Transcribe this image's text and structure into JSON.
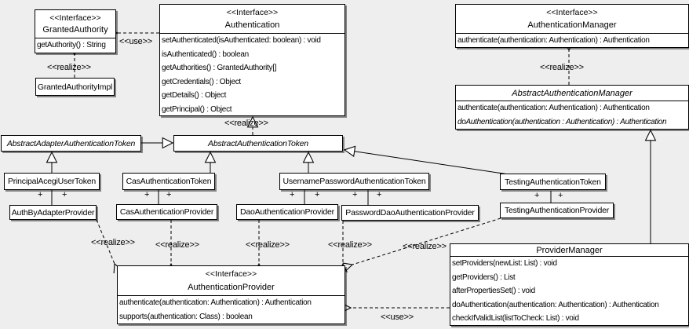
{
  "labels": {
    "use": "<<use>>",
    "realize": "<<realize>>",
    "plus": "+"
  },
  "colors": {
    "background": "#eeeeee",
    "box_fill": "#ffffff",
    "line": "#000000"
  },
  "classes": {
    "granted_authority": {
      "stereotype": "<<Interface>>",
      "name": "GrantedAuthority",
      "methods": [
        "getAuthority() : String"
      ]
    },
    "granted_authority_impl": {
      "name": "GrantedAuthorityImpl"
    },
    "authentication": {
      "stereotype": "<<Interface>>",
      "name": "Authentication",
      "methods": [
        "setAuthenticated(isAuthenticated: boolean) : void",
        "isAuthenticated() : boolean",
        "getAuthorities() : GrantedAuthority[]",
        "getCredentials() : Object",
        "getDetails() : Object",
        "getPrincipal() : Object"
      ]
    },
    "authentication_manager": {
      "stereotype": "<<Interface>>",
      "name": "AuthenticationManager",
      "methods": [
        "authenticate(authentication: Authentication) : Authentication"
      ]
    },
    "abstract_authentication_manager": {
      "name": "AbstractAuthenticationManager",
      "methods": [
        "authenticate(authentication: Authentication) : Authentication",
        "doAuthentication(authentication : Authentication) : Authentication"
      ]
    },
    "abstract_adapter_authentication_token": {
      "name": "AbstractAdapterAuthenticationToken"
    },
    "abstract_authentication_token": {
      "name": "AbstractAuthenticationToken"
    },
    "principal_acegi_user_token": {
      "name": "PrincipalAcegiUserToken"
    },
    "cas_authentication_token": {
      "name": "CasAuthenticationToken"
    },
    "username_password_authentication_token": {
      "name": "UsernamePasswordAuthenticationToken"
    },
    "testing_authentication_token": {
      "name": "TestingAuthenticationToken"
    },
    "auth_by_adapter_provider": {
      "name": "AuthByAdapterProvider"
    },
    "cas_authentication_provider": {
      "name": "CasAuthenticationProvider"
    },
    "dao_authentication_provider": {
      "name": "DaoAuthenticationProvider"
    },
    "password_dao_authentication_provider": {
      "name": "PasswordDaoAuthenticationProvider"
    },
    "testing_authentication_provider": {
      "name": "TestingAuthenticationProvider"
    },
    "authentication_provider": {
      "stereotype": "<<Interface>>",
      "name": "AuthenticationProvider",
      "methods": [
        "authenticate(authentication: Authentication) : Authentication",
        "supports(authentication: Class) : boolean"
      ]
    },
    "provider_manager": {
      "name": "ProviderManager",
      "methods": [
        "setProviders(newList: List) : void",
        "getProviders() : List",
        "afterPropertiesSet() : void",
        "doAuthentication(authentication: Authentication) : Authentication",
        "checkIfValidList(listToCheck: List) : void"
      ]
    }
  }
}
